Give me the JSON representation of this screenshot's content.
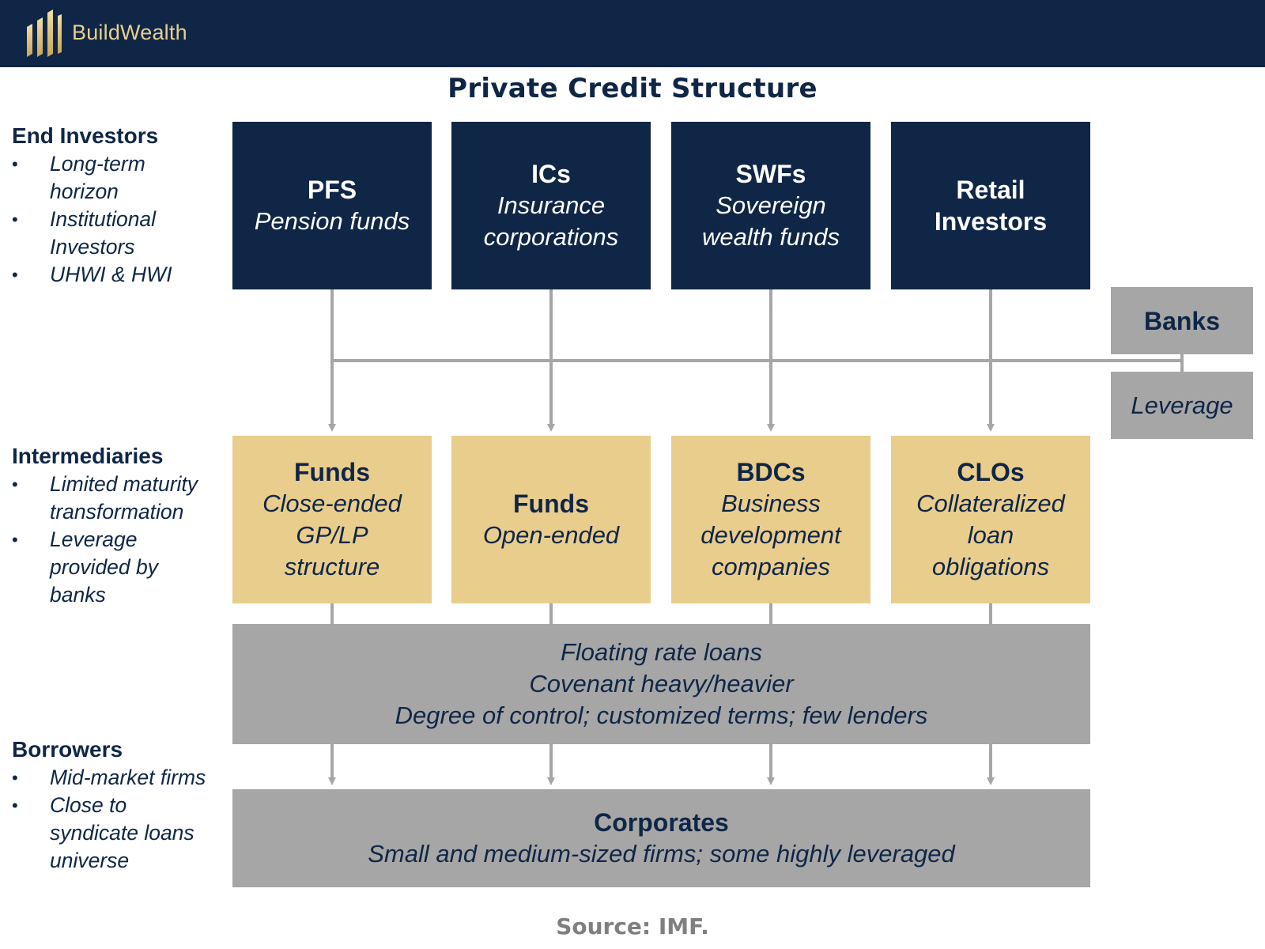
{
  "header": {
    "brand": "BuildWealth"
  },
  "title": "Private Credit Structure",
  "sections": {
    "end_investors": {
      "heading": "End Investors",
      "bullets": [
        "Long-term horizon",
        "Institutional Investors",
        "UHWI & HWI"
      ]
    },
    "intermediaries": {
      "heading": "Intermediaries",
      "bullets": [
        "Limited maturity transformation",
        "Leverage provided by banks"
      ]
    },
    "borrowers": {
      "heading": "Borrowers",
      "bullets": [
        "Mid-market firms",
        "Close to syndicate loans universe"
      ]
    }
  },
  "investors": [
    {
      "title": "PFS",
      "subtitle": "Pension funds"
    },
    {
      "title": "ICs",
      "subtitle": "Insurance\ncorporations"
    },
    {
      "title": "SWFs",
      "subtitle": "Sovereign\nwealth funds"
    },
    {
      "title": "Retail\nInvestors",
      "subtitle": ""
    }
  ],
  "intermediaries": [
    {
      "title": "Funds",
      "subtitle": "Close-ended\nGP/LP\nstructure"
    },
    {
      "title": "Funds",
      "subtitle": "Open-ended"
    },
    {
      "title": "BDCs",
      "subtitle": "Business\ndevelopment\ncompanies"
    },
    {
      "title": "CLOs",
      "subtitle": "Collateralized\nloan\nobligations"
    }
  ],
  "banks": "Banks",
  "leverage": "Leverage",
  "loans": {
    "lines": [
      "Floating rate loans",
      "Covenant heavy/heavier",
      "Degree of control; customized terms; few lenders"
    ]
  },
  "corporates": {
    "title": "Corporates",
    "subtitle": "Small and medium-sized firms; some highly leveraged"
  },
  "source": "Source: IMF.",
  "colors": {
    "navy": "#0f2646",
    "gold": "#e9cd8d",
    "gray": "#a6a6a6",
    "connector": "#a6a6a6"
  }
}
